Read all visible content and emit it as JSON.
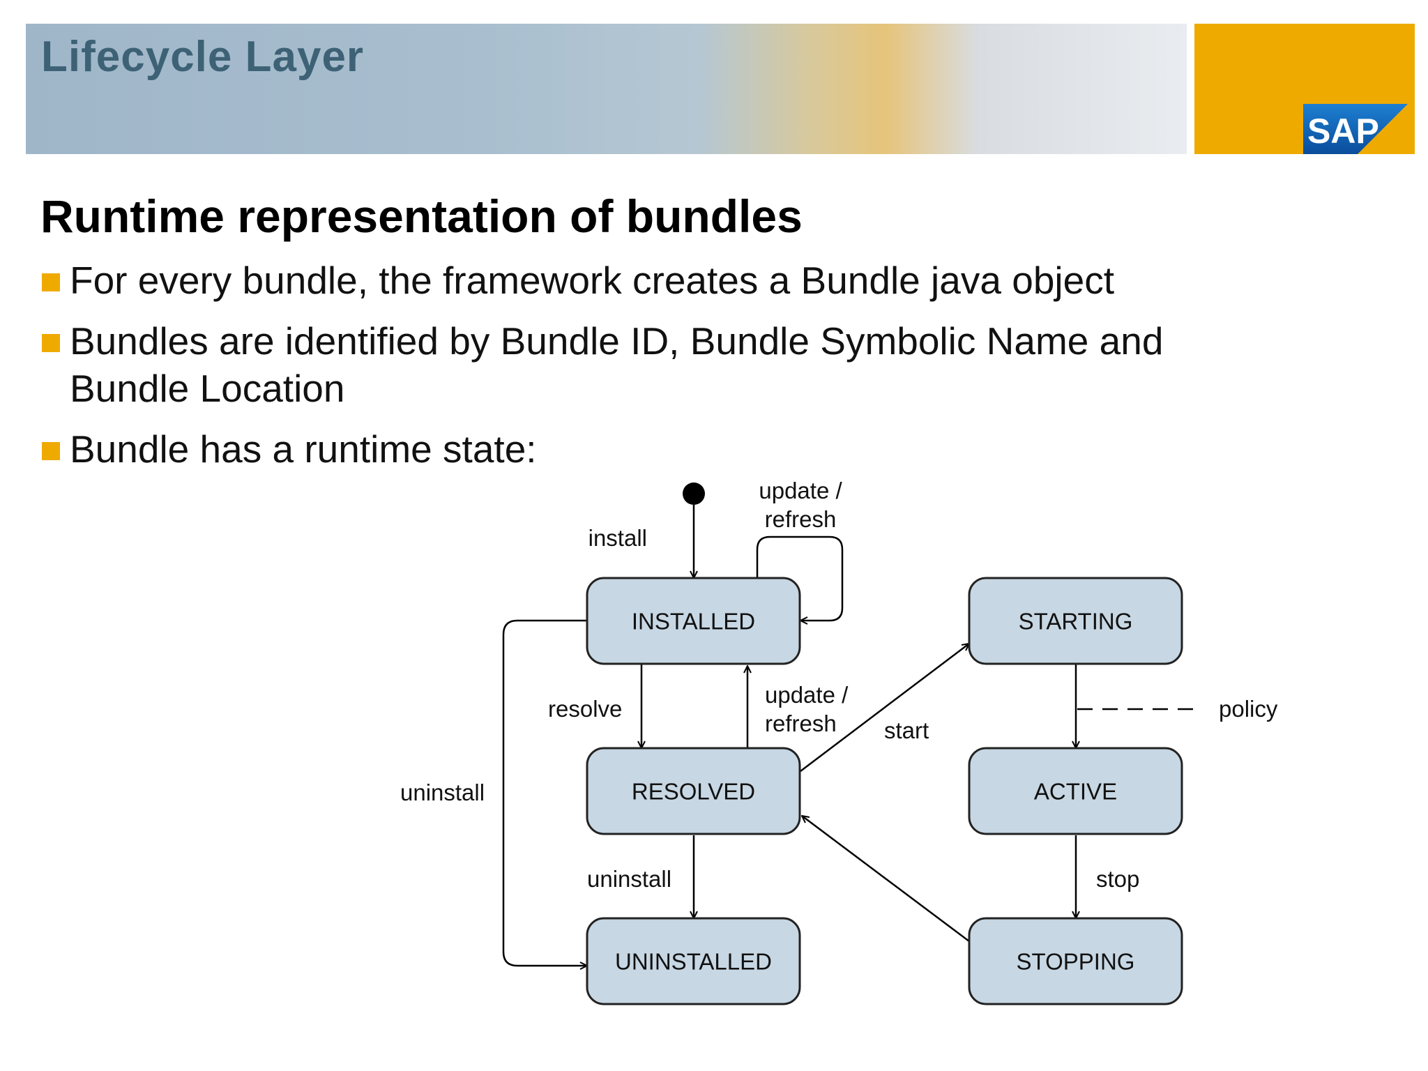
{
  "header": {
    "title": "Lifecycle Layer",
    "logo_text": "SAP",
    "brand_color": "#efaa00",
    "band_color": "#a9bfcf"
  },
  "slide": {
    "title": "Runtime representation of bundles",
    "bullets": [
      "For every bundle, the framework creates a Bundle java object",
      "Bundles are identified by Bundle ID, Bundle Symbolic Name and Bundle Location",
      "Bundle has a runtime state:"
    ]
  },
  "diagram": {
    "state_fill": "#c7d7e3",
    "states": {
      "installed": "INSTALLED",
      "resolved": "RESOLVED",
      "uninstalled": "UNINSTALLED",
      "starting": "STARTING",
      "active": "ACTIVE",
      "stopping": "STOPPING"
    },
    "labels": {
      "install": "install",
      "update_refresh_top_1": "update /",
      "update_refresh_top_2": "refresh",
      "resolve": "resolve",
      "update_refresh_mid_1": "update /",
      "update_refresh_mid_2": "refresh",
      "start": "start",
      "policy": "policy",
      "uninstall_left": "uninstall",
      "uninstall_mid": "uninstall",
      "stop": "stop"
    }
  }
}
